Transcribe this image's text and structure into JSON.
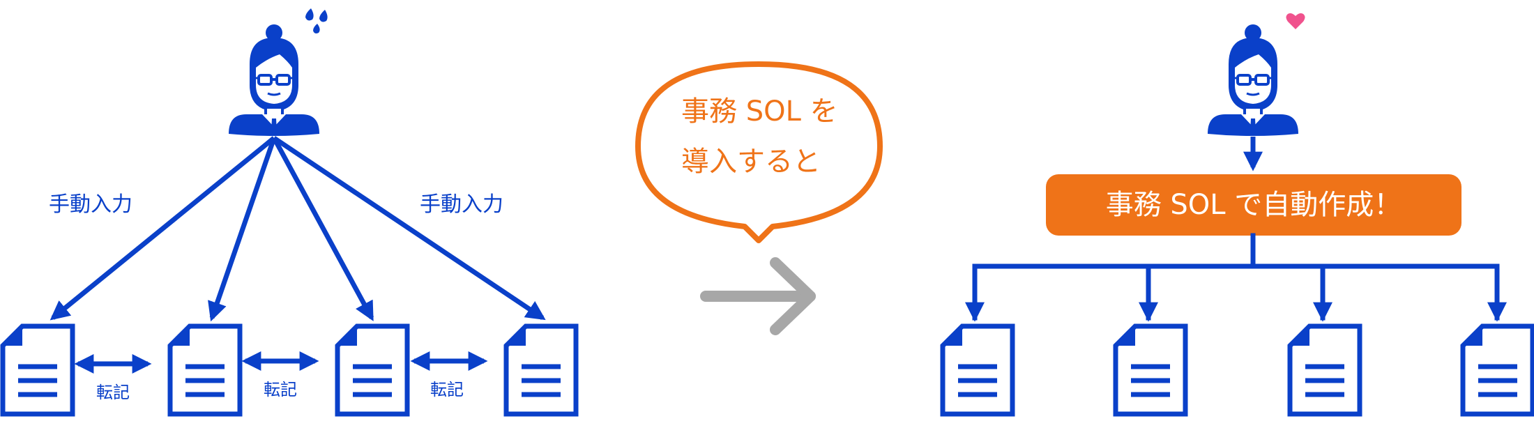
{
  "colors": {
    "blue": "#0a40c9",
    "orange": "#ef7318",
    "gray": "#a7a7a7",
    "pink": "#f0528d"
  },
  "before": {
    "manual_input_left": "手動入力",
    "manual_input_right": "手動入力",
    "transfer_labels": [
      "転記",
      "転記",
      "転記"
    ]
  },
  "speech_bubble": {
    "line1": "事務 SOL を",
    "line2": "導入すると"
  },
  "after": {
    "banner": "事務 SOL で自動作成！"
  },
  "icons": [
    "person-icon",
    "sweat-drops-icon",
    "heart-icon",
    "document-icon",
    "arrow-right-icon"
  ]
}
